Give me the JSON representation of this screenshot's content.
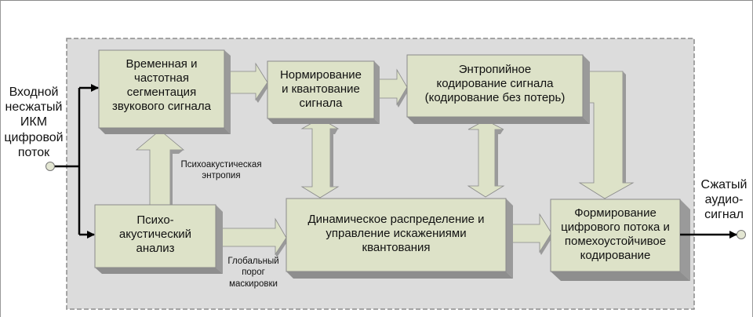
{
  "diagram": {
    "colors": {
      "block_fill": "#dde2c8",
      "block_side": "#9a9a9a",
      "frame_fill": "#dcdcdc",
      "frame_border": "#8c8c8c",
      "line": "#000000",
      "terminal_fill": "#e3e6d2"
    },
    "input_label": [
      "Входной",
      "несжатый",
      "ИКМ",
      "цифровой",
      "поток"
    ],
    "output_label": [
      "Сжатый",
      "аудио-",
      "сигнал"
    ],
    "blocks": {
      "segmentation": [
        "Временная и",
        "частотная",
        "сегментация",
        "звукового сигнала"
      ],
      "quantization": [
        "Нормирование",
        "и квантование",
        "сигнала"
      ],
      "entropy": [
        "Энтропийное",
        "кодирование сигнала",
        "(кодирование без потерь)"
      ],
      "psychoacoustic": [
        "Психо-",
        "акустический",
        "анализ"
      ],
      "dynamic": [
        "Динамическое распределение и",
        "управление искажениями",
        "квантования"
      ],
      "formation": [
        "Формирование",
        "цифрового потока и",
        "помехоустойчивое",
        "кодирование"
      ]
    },
    "annotations": {
      "psy_entropy": [
        "Психоакустическая",
        "энтропия"
      ],
      "mask_threshold": [
        "Глобальный",
        "порог",
        "маскировки"
      ]
    }
  }
}
